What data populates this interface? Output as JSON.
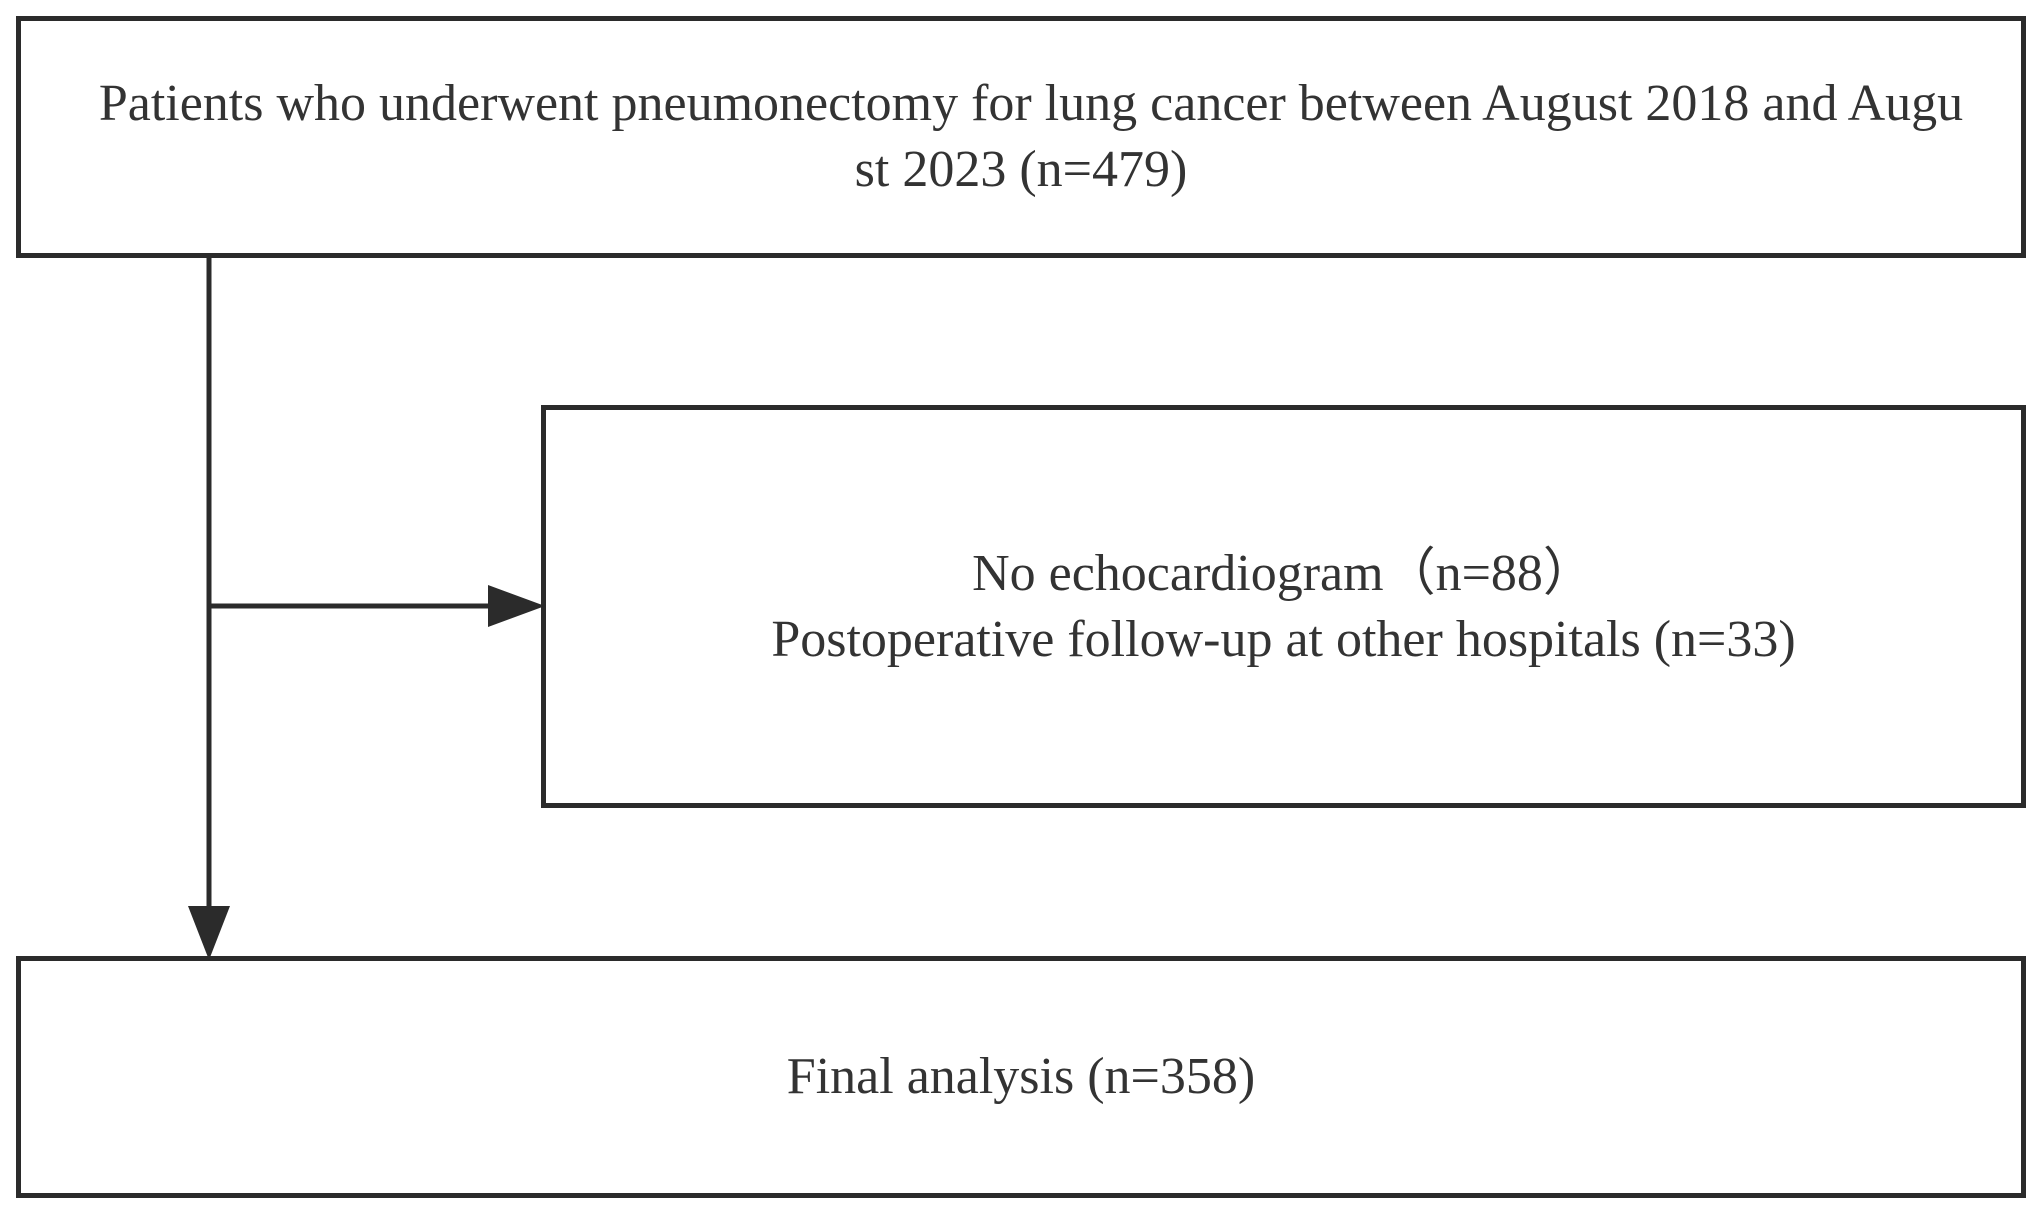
{
  "flowchart": {
    "enrollment": {
      "line1": "Patients who underwent pneumonectomy for lung cancer between August 2018 and Augu",
      "line2": "st 2023 (n=479)"
    },
    "exclusion": {
      "line1": "No echocardiogram（n=88）",
      "line2": "Postoperative follow-up at other hospitals (n=33)"
    },
    "final": {
      "line1": "Final analysis (n=358)"
    }
  },
  "colors": {
    "border": "#2b2b2b",
    "text": "#333333",
    "background": "#ffffff"
  }
}
